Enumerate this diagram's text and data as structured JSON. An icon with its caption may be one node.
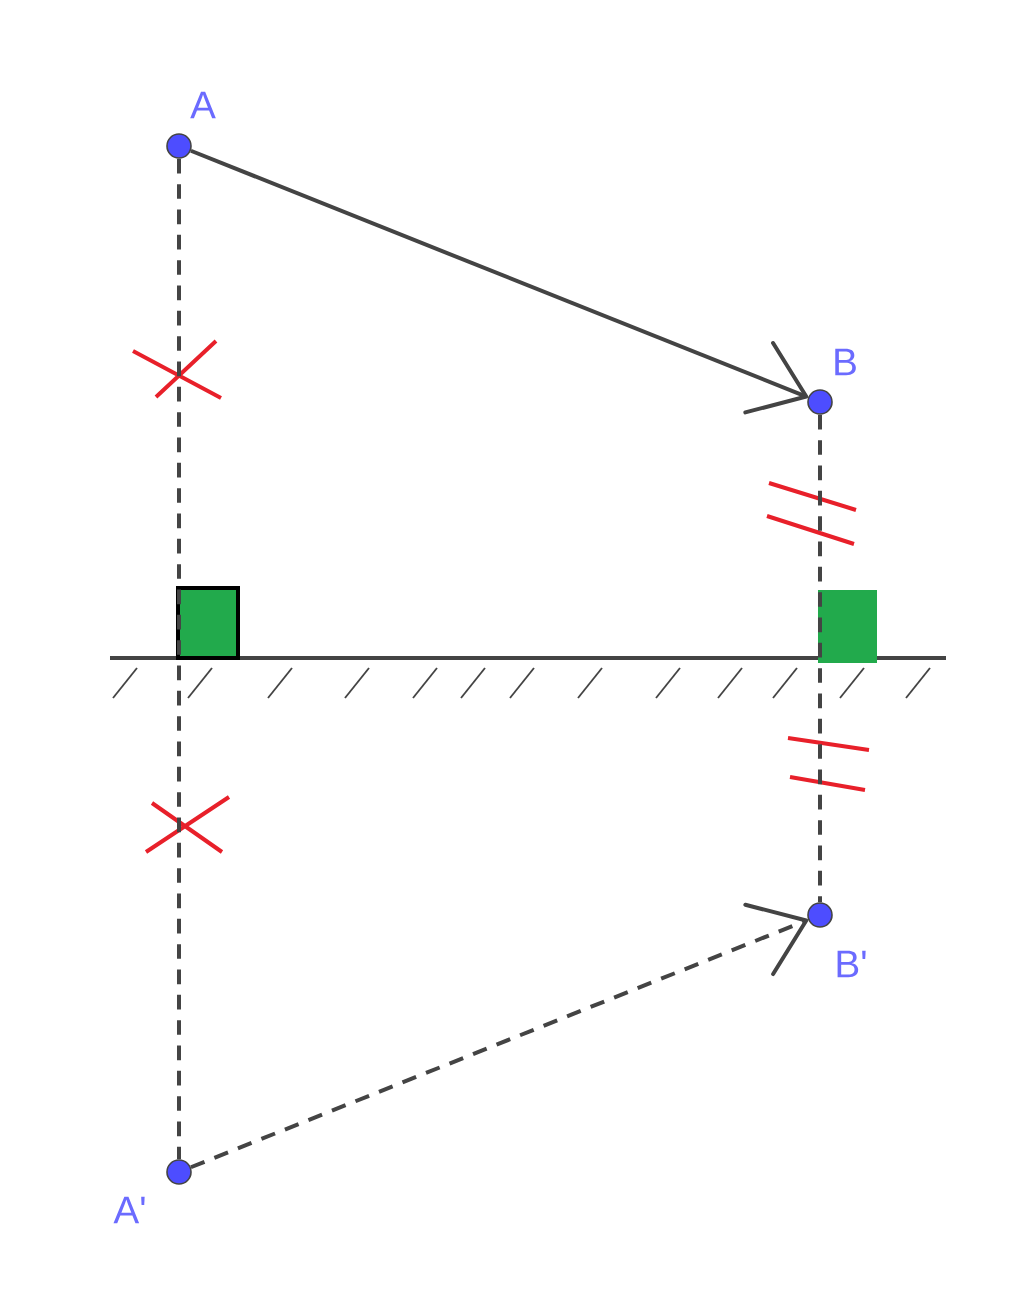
{
  "diagram": {
    "nodes": [
      {
        "text": [
          "A"
        ]
      },
      {
        "text": [
          "B"
        ]
      },
      {
        "text": [
          "B'"
        ]
      },
      {
        "text": [
          "A'"
        ]
      }
    ],
    "edges": [
      {
        "from": 0,
        "to": 1,
        "arrow": "to"
      },
      {
        "from": 3,
        "to": 2,
        "arrow": "to",
        "style": "dashed"
      },
      {
        "from": 0,
        "to": 3,
        "arrow": "none",
        "style": "dashed"
      },
      {
        "from": 1,
        "to": 2,
        "arrow": "none",
        "style": "dashed"
      }
    ]
  }
}
